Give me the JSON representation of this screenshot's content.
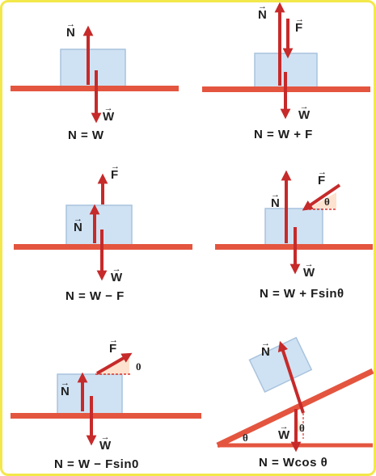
{
  "colors": {
    "surface": "#e4553f",
    "arrow": "#c62a2a",
    "block": "#cfe2f3",
    "block_edge": "#a9c3dd",
    "angle_fill": "#fde3cf",
    "angle_line": "#e0322a",
    "border": "#f3e84a"
  },
  "arrow_glyph": "→",
  "panels": [
    {
      "id": "p1",
      "labels": {
        "n": "N",
        "w": "W"
      },
      "equation": "N = W"
    },
    {
      "id": "p2",
      "labels": {
        "n": "N",
        "f": "F",
        "w": "W"
      },
      "equation": "N = W + F"
    },
    {
      "id": "p3",
      "labels": {
        "f": "F",
        "n": "N",
        "w": "W"
      },
      "equation": "N = W − F"
    },
    {
      "id": "p4",
      "labels": {
        "n": "N",
        "f": "F",
        "w": "W",
        "theta": "θ"
      },
      "equation": "N = W + Fsinθ"
    },
    {
      "id": "p5",
      "labels": {
        "f": "F",
        "n": "N",
        "w": "W",
        "theta": "0"
      },
      "equation": "N = W − Fsin0"
    },
    {
      "id": "p6",
      "labels": {
        "n": "N",
        "w": "W",
        "theta_incline": "θ",
        "theta_weight": "θ"
      },
      "equation": "N = Wcos θ"
    }
  ]
}
